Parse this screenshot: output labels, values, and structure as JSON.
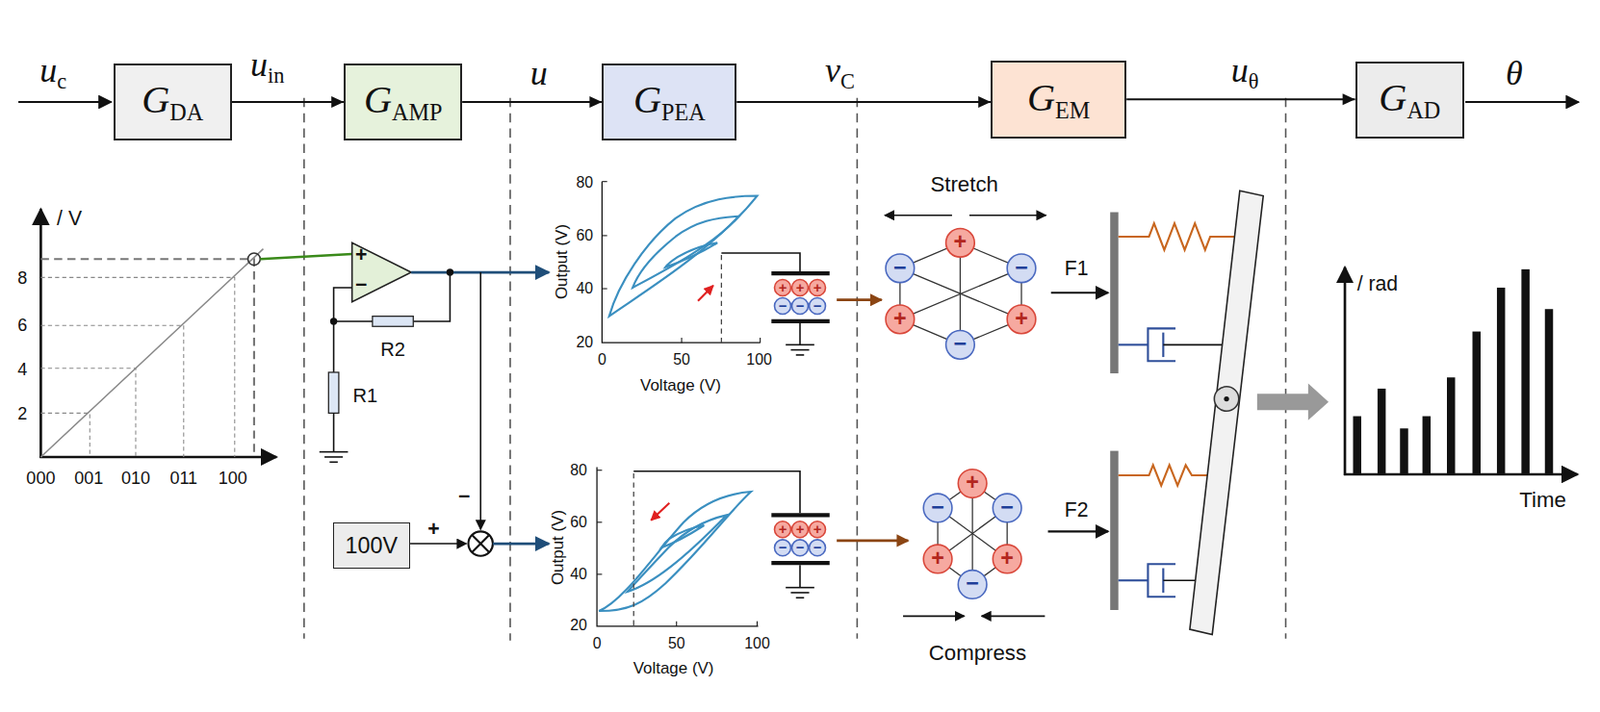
{
  "diagram": {
    "nodes": [
      {
        "text": [
          "GDA"
        ]
      },
      {
        "text": [
          "GAMP"
        ]
      },
      {
        "text": [
          "GPEA"
        ]
      },
      {
        "text": [
          "GEM"
        ]
      },
      {
        "text": [
          "GAD"
        ]
      },
      {
        "text": [
          "100V"
        ]
      }
    ],
    "edges": [
      {
        "from": 0,
        "to": 1,
        "label": "uin",
        "arrow": "to"
      },
      {
        "from": 1,
        "to": 2,
        "label": "u",
        "arrow": "to"
      },
      {
        "from": 2,
        "to": 3,
        "label": "vC",
        "arrow": "to"
      },
      {
        "from": 3,
        "to": 4,
        "label": "uθ",
        "arrow": "to"
      }
    ],
    "labels": [
      "uc",
      "θ",
      "/ V",
      "8",
      "6",
      "4",
      "2",
      "000",
      "001",
      "010",
      "011",
      "100",
      "+",
      "−",
      "R2",
      "R1",
      "−",
      "+",
      "80",
      "60",
      "40",
      "20",
      "0",
      "50",
      "100",
      "Output (V)",
      "Voltage (V)",
      "+",
      "+",
      "+",
      "−",
      "−",
      "−",
      "80",
      "60",
      "40",
      "20",
      "0",
      "50",
      "100",
      "Output (V)",
      "Voltage (V)",
      "+",
      "+",
      "+",
      "−",
      "−",
      "−",
      "Stretch",
      "+",
      "−",
      "−",
      "+",
      "+",
      "−",
      "F1",
      "+",
      "−",
      "−",
      "+",
      "+",
      "−",
      "Compress",
      "F2",
      "/ rad",
      "Time"
    ]
  }
}
